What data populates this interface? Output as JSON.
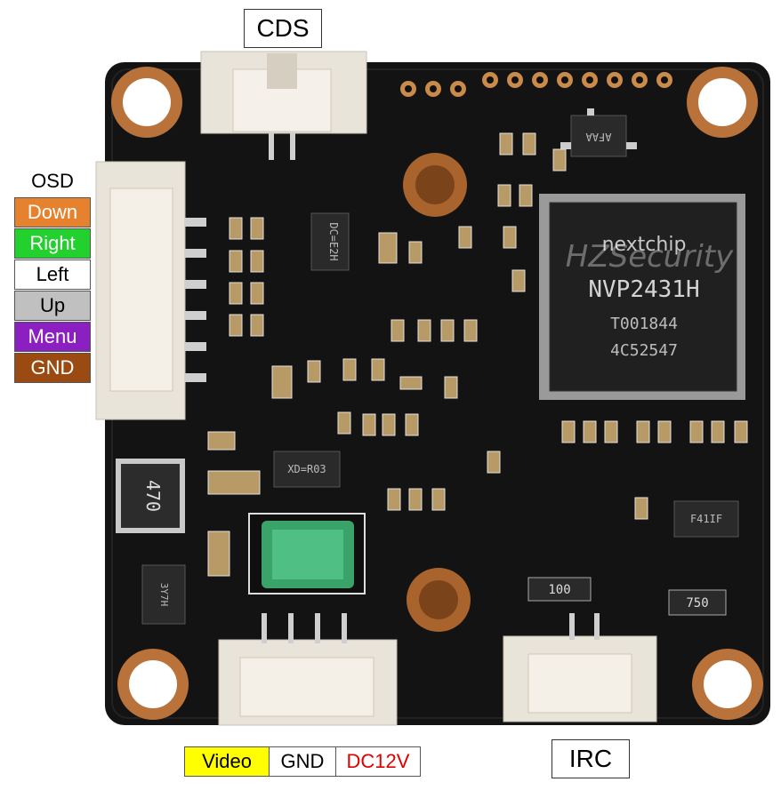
{
  "labels": {
    "top": "CDS",
    "osd_title": "OSD",
    "osd_pins": [
      {
        "text": "Down",
        "bg": "#e6822e",
        "fg": "#ffffff"
      },
      {
        "text": "Right",
        "bg": "#22d12e",
        "fg": "#ffffff"
      },
      {
        "text": "Left",
        "bg": "#ffffff",
        "fg": "#000000"
      },
      {
        "text": "Up",
        "bg": "#c0c0c0",
        "fg": "#000000"
      },
      {
        "text": "Menu",
        "bg": "#8b1fc2",
        "fg": "#ffffff"
      },
      {
        "text": "GND",
        "bg": "#9b4a12",
        "fg": "#ffffff"
      }
    ],
    "bottom_left": [
      {
        "text": "Video",
        "bg": "#ffff00",
        "fg": "#000000"
      },
      {
        "text": "GND",
        "bg": "#ffffff",
        "fg": "#000000"
      },
      {
        "text": "DC12V",
        "bg": "#ffffff",
        "fg": "#e00000"
      }
    ],
    "bottom_right": "IRC"
  },
  "chip": {
    "brand": "nextchip",
    "model": "NVP2431H",
    "line1": "T001844",
    "line2": "4C52547"
  },
  "watermark": "HZSecurity",
  "markings": {
    "ic_top_right": "AFAA",
    "ic_dc": "DC=E2H",
    "inductor": "470",
    "ic_xd": "XD=R03",
    "res_100": "100",
    "res_750": "750",
    "ic_f41": "F41IF",
    "ic_bottom_left": "3Y7H"
  },
  "colors": {
    "pcb": "#141414",
    "copper": "#c07a3a",
    "connector": "#e8e2d8"
  }
}
